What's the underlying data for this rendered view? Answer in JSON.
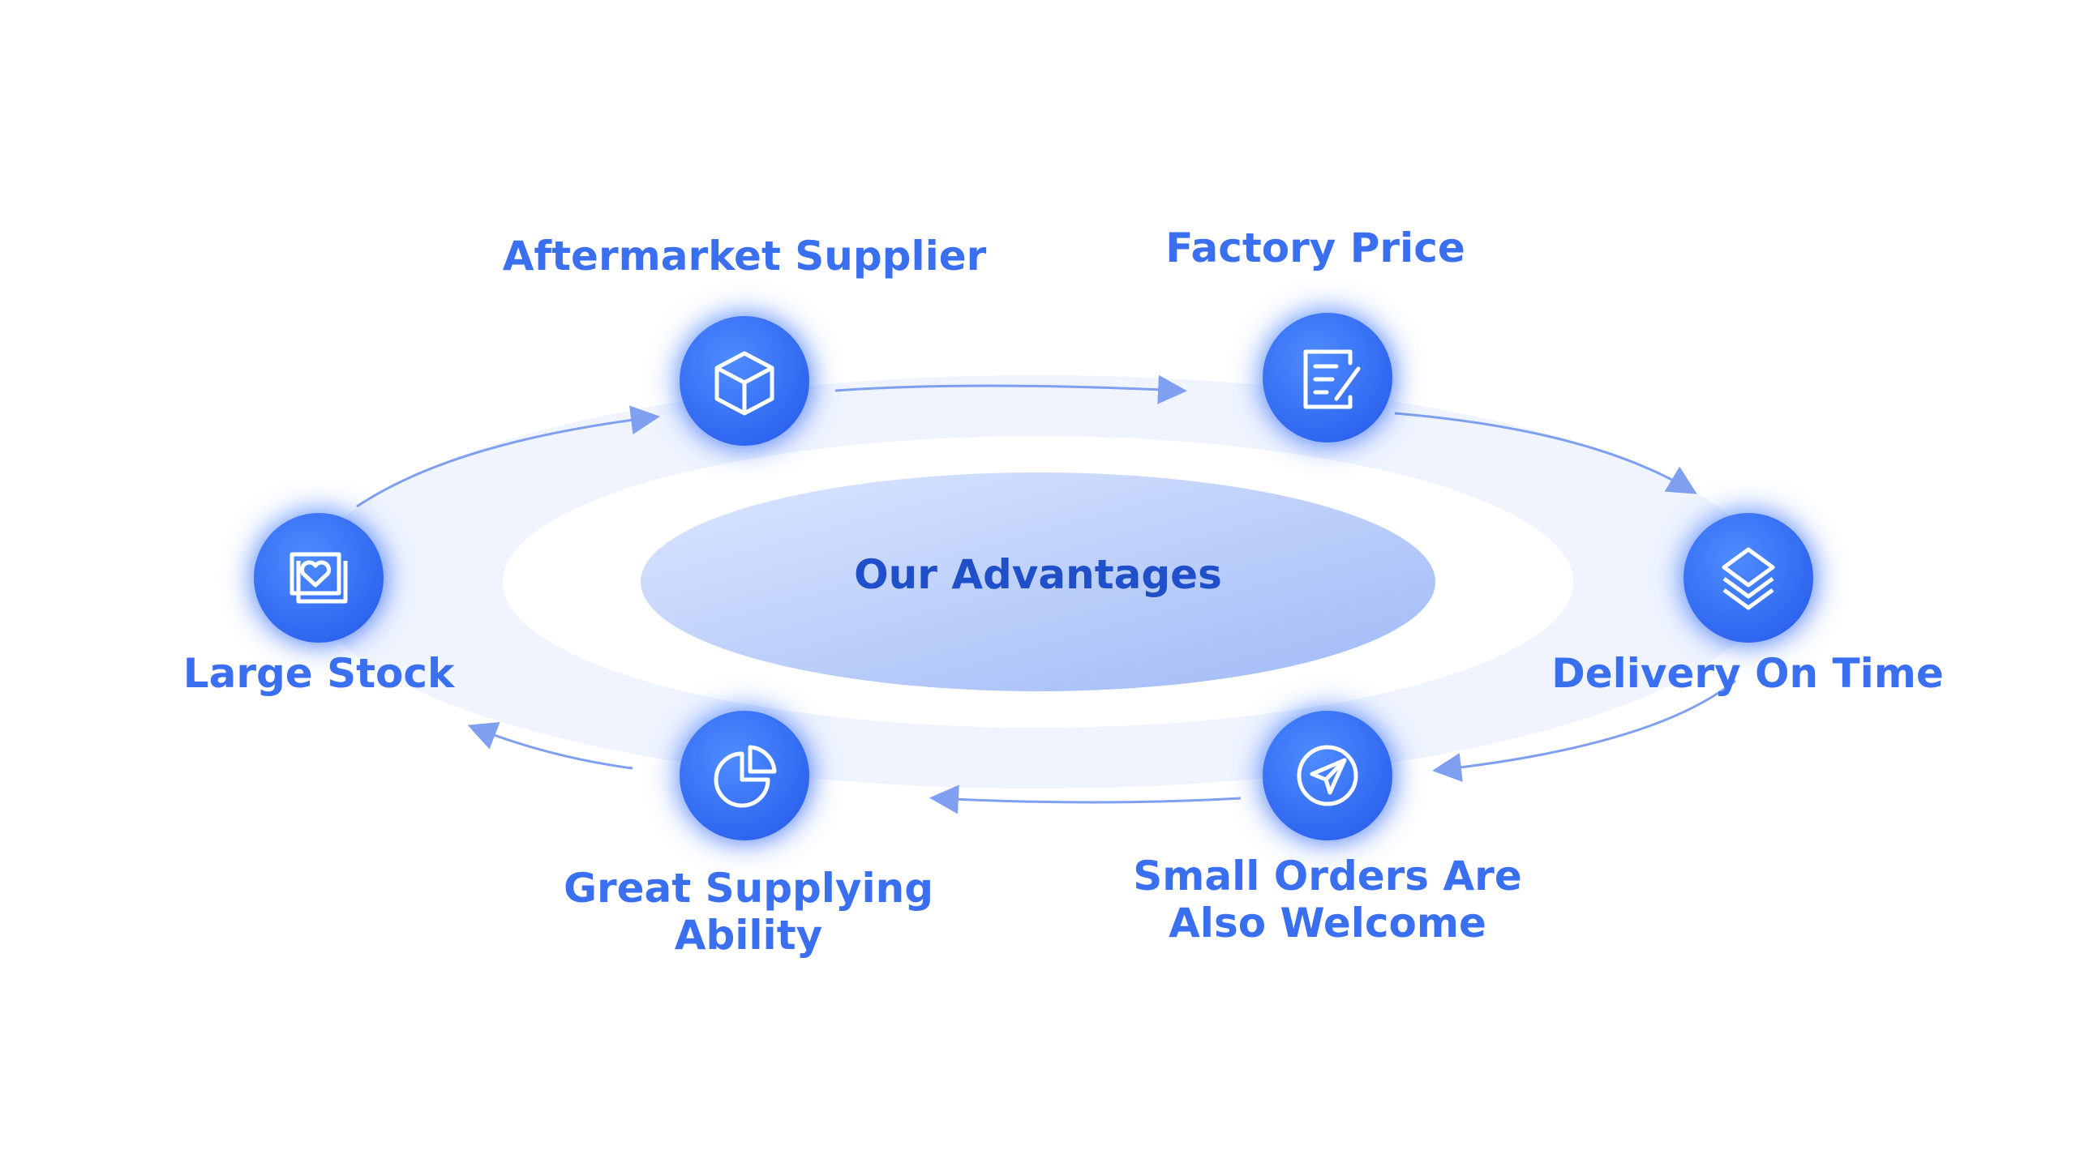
{
  "center": {
    "title": "Our Advantages"
  },
  "nodes": [
    {
      "id": "aftermarket",
      "label": "Aftermarket Supplier",
      "icon": "cube-icon"
    },
    {
      "id": "factory",
      "label": "Factory Price",
      "icon": "document-edit-icon"
    },
    {
      "id": "delivery",
      "label": "Delivery On Time",
      "icon": "layers-icon"
    },
    {
      "id": "small-orders",
      "label": "Small Orders Are Also Welcome",
      "icon": "paper-plane-icon"
    },
    {
      "id": "supply",
      "label": "Great Supplying Ability",
      "icon": "pie-chart-icon"
    },
    {
      "id": "stock",
      "label": "Large Stock",
      "icon": "heart-image-icon"
    }
  ],
  "colors": {
    "accent": "#3a6ff0",
    "accent_dark": "#1f4fc9",
    "node_fill": "#3d7bff",
    "ring_light": "#eef3ff",
    "center_fill": "#b9cdfa",
    "arrow": "#7f9ff0"
  }
}
